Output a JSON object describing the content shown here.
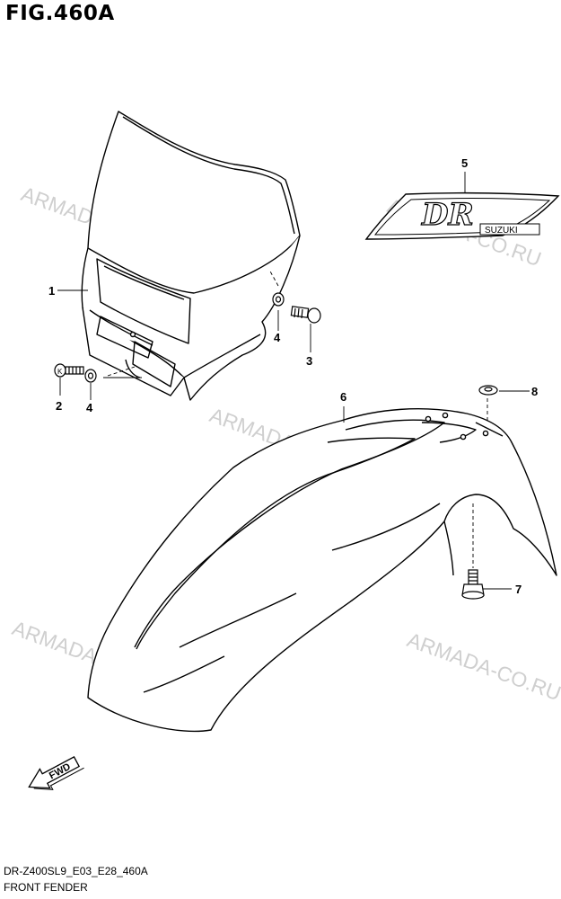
{
  "figure": {
    "title": "FIG.460A"
  },
  "callouts": [
    "1",
    "2",
    "3",
    "4",
    "4",
    "5",
    "6",
    "7",
    "8"
  ],
  "watermark": "ARMADA-CO.RU",
  "decal": {
    "logo_text": "DR",
    "brand": "SUZUKI"
  },
  "fwd_label": "FWD",
  "footer": {
    "code": "DR-Z400SL9_E03_E28_460A",
    "name": "FRONT FENDER"
  }
}
